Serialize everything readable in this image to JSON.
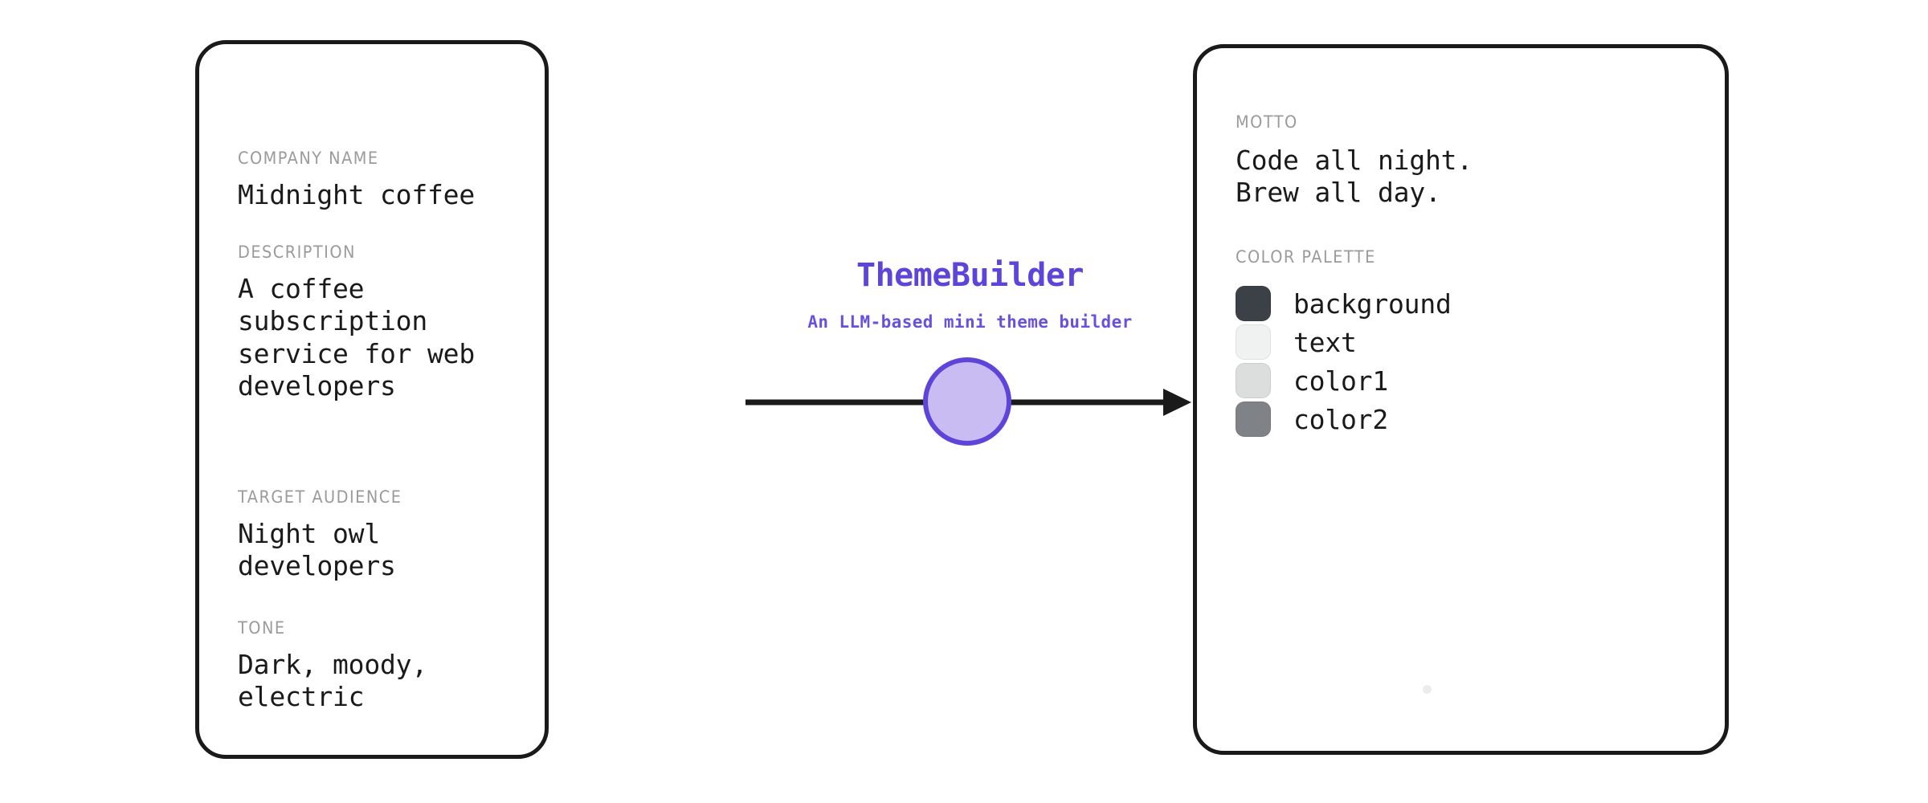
{
  "app": {
    "title": "ThemeBuilder",
    "subtitle": "An LLM-based mini theme builder",
    "accent_color": "#5e44d9",
    "node_fill_color": "#c9bcf2",
    "label_color": "#9b9b9b",
    "text_color": "#1a1a1a",
    "border_color": "#1a1a1a"
  },
  "input_card": {
    "name": "input-card",
    "fields": [
      {
        "label": "COMPANY NAME",
        "value": "Midnight coffee"
      },
      {
        "label": "DESCRIPTION",
        "value": "A coffee subscription\nservice for web\ndevelopers"
      },
      {
        "label": "TARGET AUDIENCE",
        "value": "Night owl developers"
      },
      {
        "label": "TONE",
        "value": "Dark, moody, electric"
      }
    ]
  },
  "output_card": {
    "name": "output-card",
    "motto": {
      "label": "MOTTO",
      "value": "Code all night.\nBrew all day."
    },
    "palette": {
      "label": "COLOR PALETTE",
      "swatches": [
        {
          "name": "background",
          "color": "#3c4148"
        },
        {
          "name": "text",
          "color": "#f0f1f1"
        },
        {
          "name": "color1",
          "color": "#dcdddd"
        },
        {
          "name": "color2",
          "color": "#7f8286"
        }
      ]
    }
  },
  "flow": {
    "arrow_label": "",
    "node_label": ""
  }
}
